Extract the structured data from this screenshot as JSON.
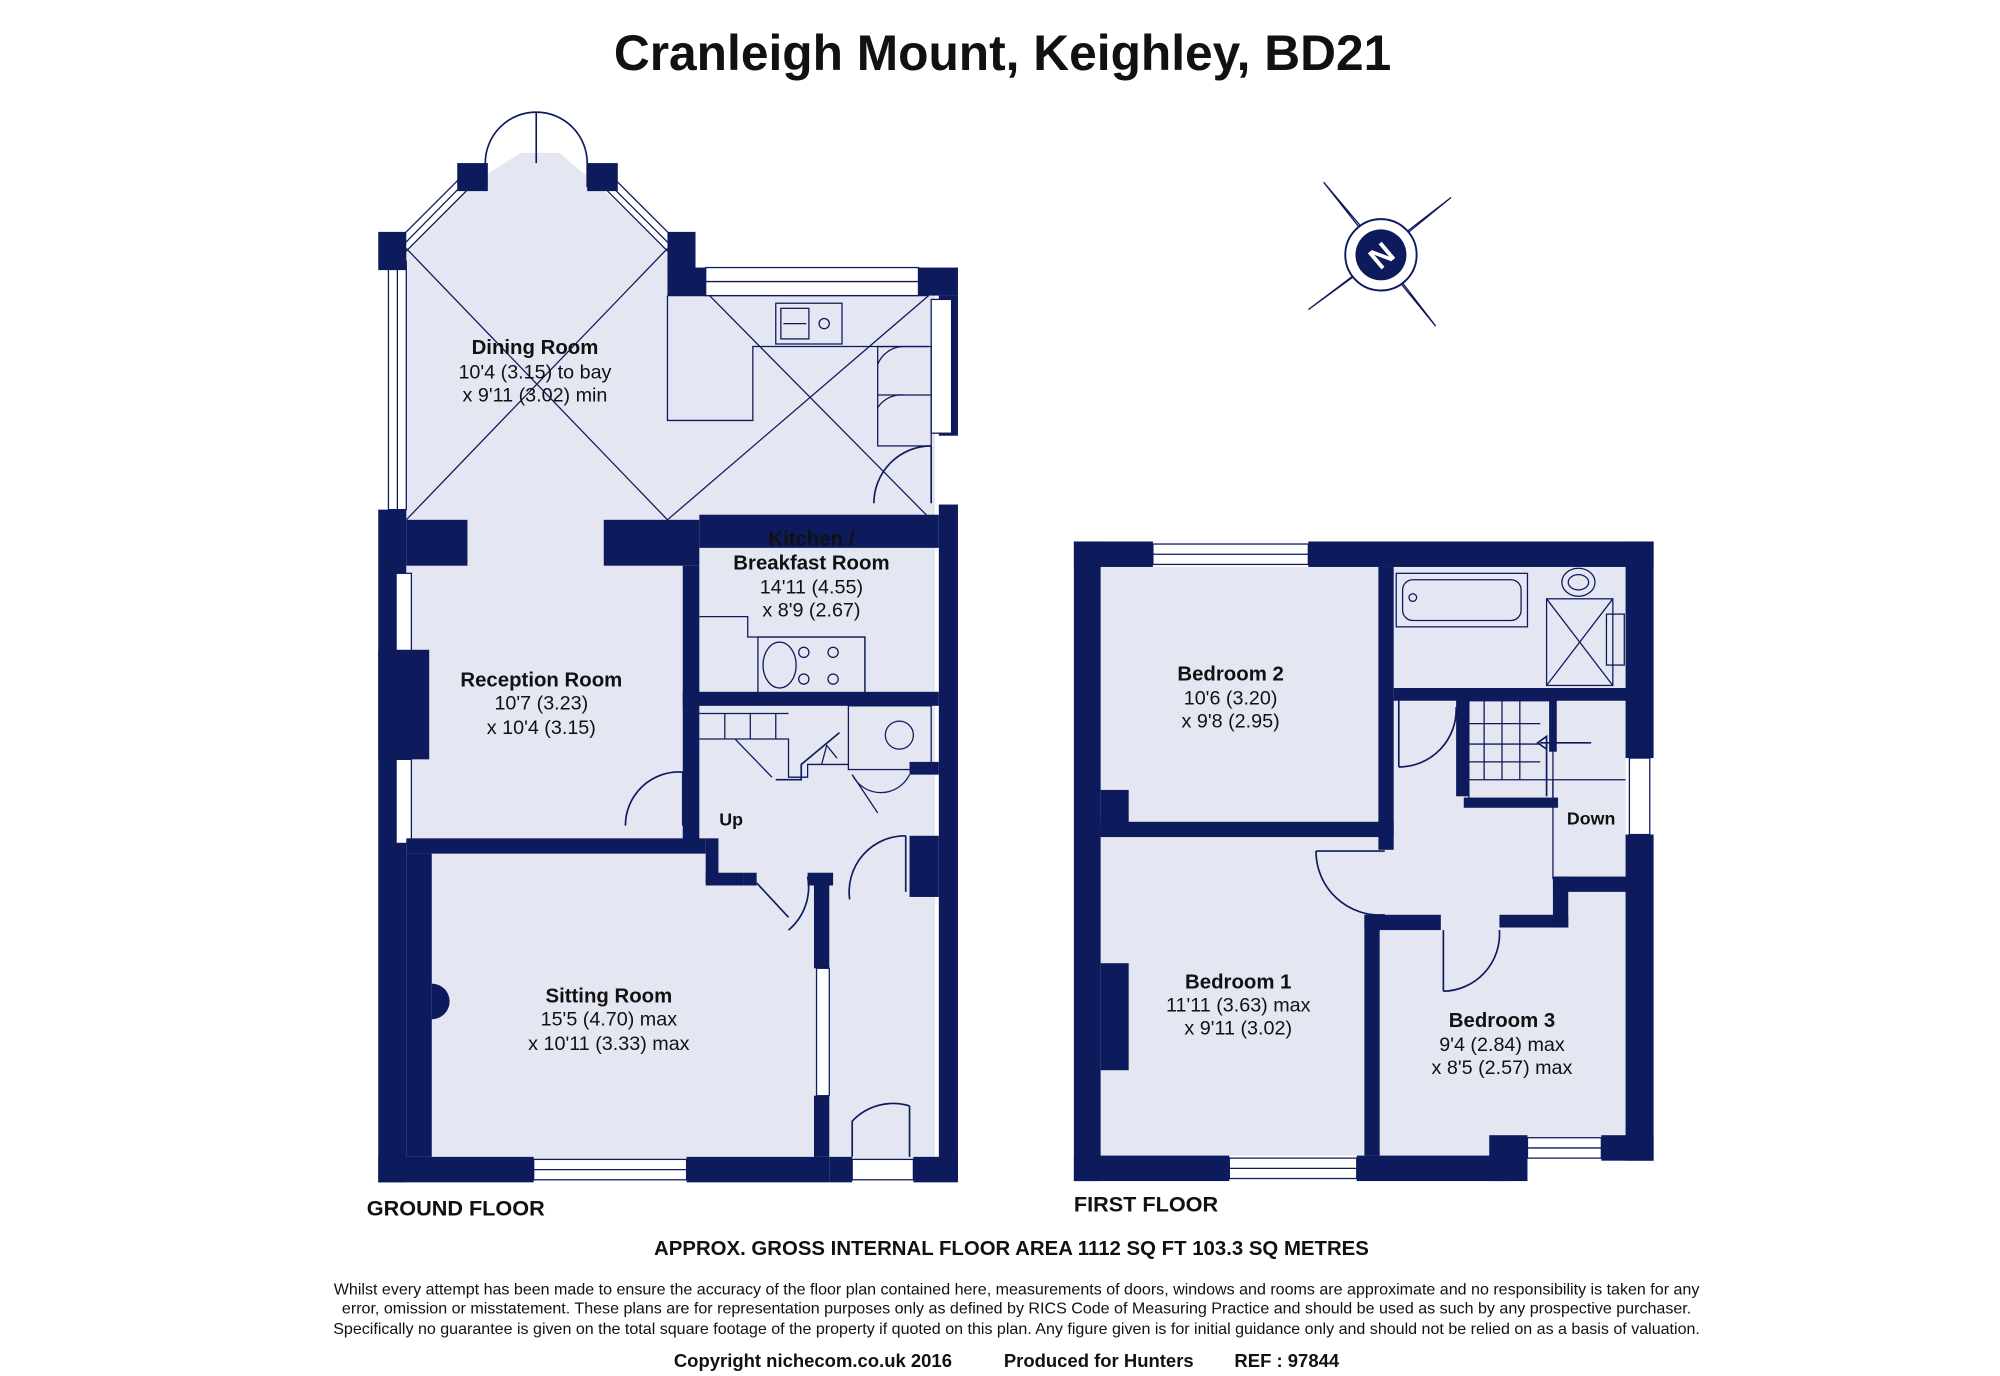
{
  "title": "Cranleigh Mount, Keighley, BD21",
  "compass_label": "N",
  "floors": {
    "ground": {
      "label": "GROUND FLOOR",
      "stair_label": "Up",
      "rooms": {
        "dining": {
          "name": "Dining Room",
          "dims": [
            "10'4 (3.15) to bay",
            "x 9'11 (3.02) min"
          ]
        },
        "kitchen": {
          "name": "Kitchen /",
          "name2": "Breakfast Room",
          "dims": [
            "14'11 (4.55)",
            "x 8'9 (2.67)"
          ]
        },
        "reception": {
          "name": "Reception Room",
          "dims": [
            "10'7 (3.23)",
            "x 10'4 (3.15)"
          ]
        },
        "sitting": {
          "name": "Sitting Room",
          "dims": [
            "15'5 (4.70) max",
            "x 10'11 (3.33) max"
          ]
        }
      }
    },
    "first": {
      "label": "FIRST FLOOR",
      "stair_label": "Down",
      "rooms": {
        "bedroom2": {
          "name": "Bedroom 2",
          "dims": [
            "10'6 (3.20)",
            "x 9'8 (2.95)"
          ]
        },
        "bedroom1": {
          "name": "Bedroom 1",
          "dims": [
            "11'11 (3.63) max",
            "x 9'11 (3.02)"
          ]
        },
        "bedroom3": {
          "name": "Bedroom 3",
          "dims": [
            "9'4 (2.84) max",
            "x 8'5 (2.57) max"
          ]
        }
      }
    }
  },
  "area_text": "APPROX. GROSS INTERNAL FLOOR AREA 1112 SQ FT 103.3 SQ METRES",
  "disclaimer": [
    "Whilst every attempt has been made to ensure the accuracy of the floor plan contained here, measurements of doors, windows and rooms are approximate and no responsibility is taken for any",
    "error, omission or misstatement. These plans are for representation purposes only as defined by RICS Code of Measuring Practice and should be used as such by any prospective purchaser.",
    "Specifically no guarantee is given on the total square footage of the property if quoted on this plan. Any figure given is for initial guidance only and should not be relied on as a basis of valuation."
  ],
  "footer": {
    "copyright": "Copyright nichecom.co.uk 2016",
    "produced": "Produced for Hunters",
    "ref": "REF : 97844"
  },
  "colors": {
    "wall": "#0d1a5c",
    "floor": "#e4e6f2",
    "text": "#111111"
  }
}
